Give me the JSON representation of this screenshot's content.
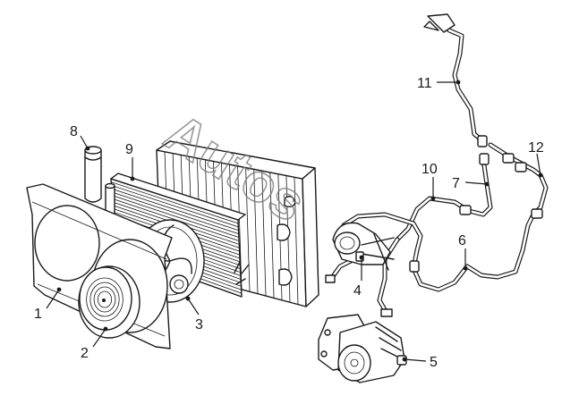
{
  "watermark": "Autos",
  "callouts": [
    {
      "number": "1",
      "part": "fan-shroud"
    },
    {
      "number": "2",
      "part": "cooling-fan-motor"
    },
    {
      "number": "3",
      "part": "auxiliary-fan"
    },
    {
      "number": "4",
      "part": "ac-hose-manifold"
    },
    {
      "number": "5",
      "part": "ac-compressor"
    },
    {
      "number": "6",
      "part": "ac-pipe-lower"
    },
    {
      "number": "7",
      "part": "ac-pipe-upper"
    },
    {
      "number": "8",
      "part": "receiver-drier"
    },
    {
      "number": "9",
      "part": "ac-condenser"
    },
    {
      "number": "10",
      "part": "ac-pipe-suction"
    },
    {
      "number": "11",
      "part": "ac-pipe-evaporator"
    },
    {
      "number": "12",
      "part": "ac-pipe-connector"
    }
  ]
}
